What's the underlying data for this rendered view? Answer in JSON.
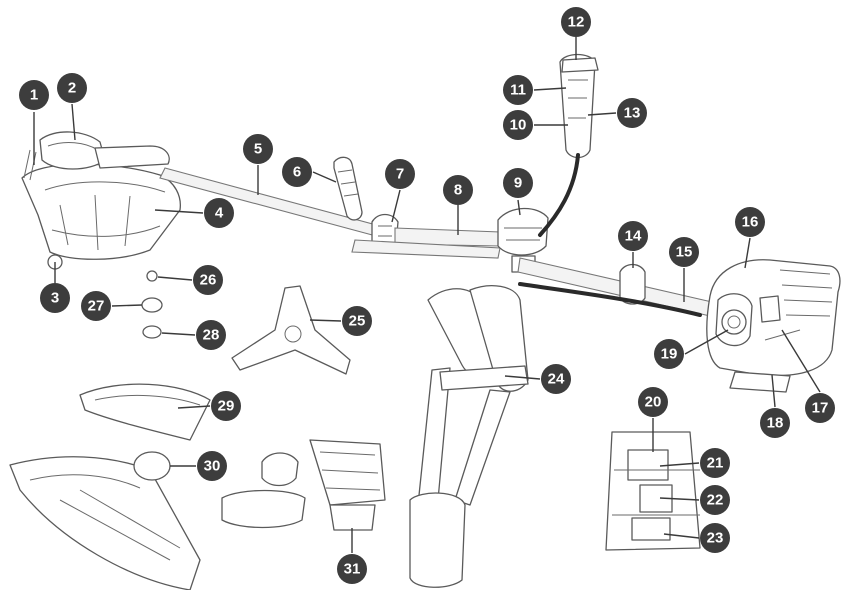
{
  "diagram": {
    "callouts": [
      {
        "id": "c1",
        "label": "1"
      },
      {
        "id": "c2",
        "label": "2"
      },
      {
        "id": "c3",
        "label": "3"
      },
      {
        "id": "c4",
        "label": "4"
      },
      {
        "id": "c5",
        "label": "5"
      },
      {
        "id": "c6",
        "label": "6"
      },
      {
        "id": "c7",
        "label": "7"
      },
      {
        "id": "c8",
        "label": "8"
      },
      {
        "id": "c9",
        "label": "9"
      },
      {
        "id": "c10",
        "label": "10"
      },
      {
        "id": "c11",
        "label": "11"
      },
      {
        "id": "c12",
        "label": "12"
      },
      {
        "id": "c13",
        "label": "13"
      },
      {
        "id": "c14",
        "label": "14"
      },
      {
        "id": "c15",
        "label": "15"
      },
      {
        "id": "c16",
        "label": "16"
      },
      {
        "id": "c17",
        "label": "17"
      },
      {
        "id": "c18",
        "label": "18"
      },
      {
        "id": "c19",
        "label": "19"
      },
      {
        "id": "c20",
        "label": "20"
      },
      {
        "id": "c21",
        "label": "21"
      },
      {
        "id": "c22",
        "label": "22"
      },
      {
        "id": "c23",
        "label": "23"
      },
      {
        "id": "c24",
        "label": "24"
      },
      {
        "id": "c25",
        "label": "25"
      },
      {
        "id": "c26",
        "label": "26"
      },
      {
        "id": "c27",
        "label": "27"
      },
      {
        "id": "c28",
        "label": "28"
      },
      {
        "id": "c29",
        "label": "29"
      },
      {
        "id": "c30",
        "label": "30"
      },
      {
        "id": "c31",
        "label": "31"
      }
    ],
    "colors": {
      "callout_fill": "#3d3d3d",
      "callout_text": "#ffffff",
      "line_art": "#5a5a5a",
      "cable": "#2a2a2a"
    }
  }
}
